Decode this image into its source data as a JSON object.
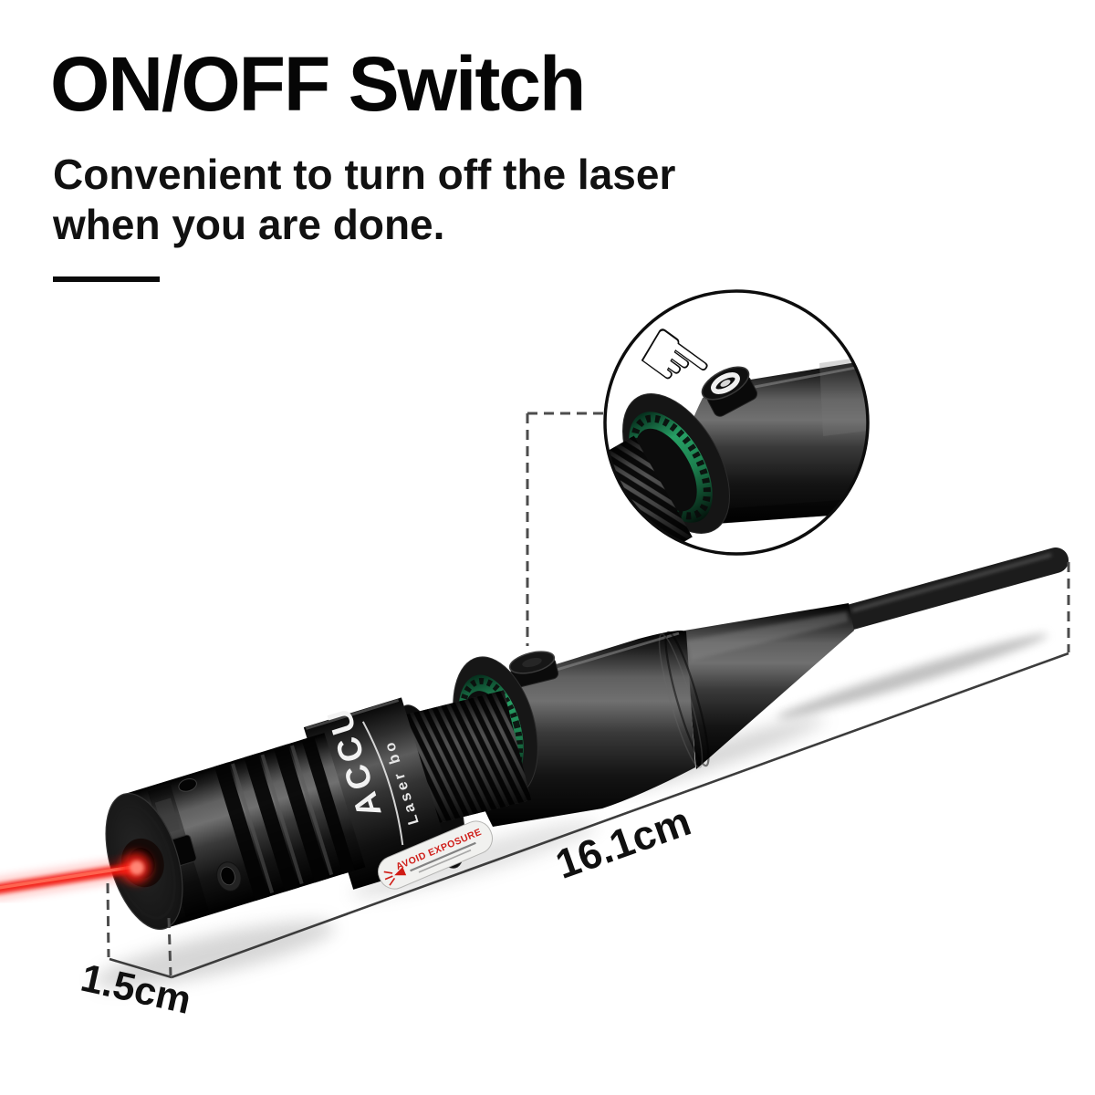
{
  "header": {
    "title": "ON/OFF Switch",
    "subtitle_line1": "Convenient to turn off the laser",
    "subtitle_line2": "when you are done."
  },
  "dimensions": {
    "length": "16.1cm",
    "diameter": "1.5cm"
  },
  "device": {
    "brand": "ACCU",
    "product_line": "Laser bo",
    "warning": "AVOID EXPOSURE"
  },
  "inset": {
    "hand_glyph": "☞"
  },
  "colors": {
    "laser_red": "#f2180c",
    "ring_green": "#1d8a52",
    "metal_dark": "#151515",
    "text_black": "#0a0a0a",
    "dimension_line": "#3c3c3c"
  }
}
